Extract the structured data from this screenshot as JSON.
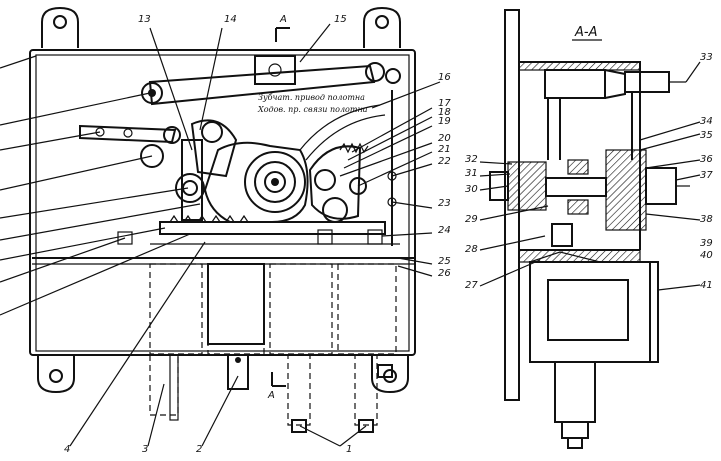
{
  "section_title": "А-А",
  "section_mark_top": "А",
  "section_mark_bottom": "А",
  "handwritten_notes": [
    "Зубчат. привод полотна",
    "Ходов. пр. связи полотна"
  ],
  "left_view_labels": [
    "1",
    "2",
    "3",
    "4",
    "13",
    "14",
    "15",
    "16",
    "17",
    "18",
    "19",
    "20",
    "21",
    "22",
    "23",
    "24",
    "25",
    "26"
  ],
  "section_view_labels": [
    "27",
    "28",
    "29",
    "30",
    "31",
    "32",
    "33",
    "34",
    "35",
    "36",
    "37",
    "38",
    "39",
    "40",
    "41"
  ]
}
